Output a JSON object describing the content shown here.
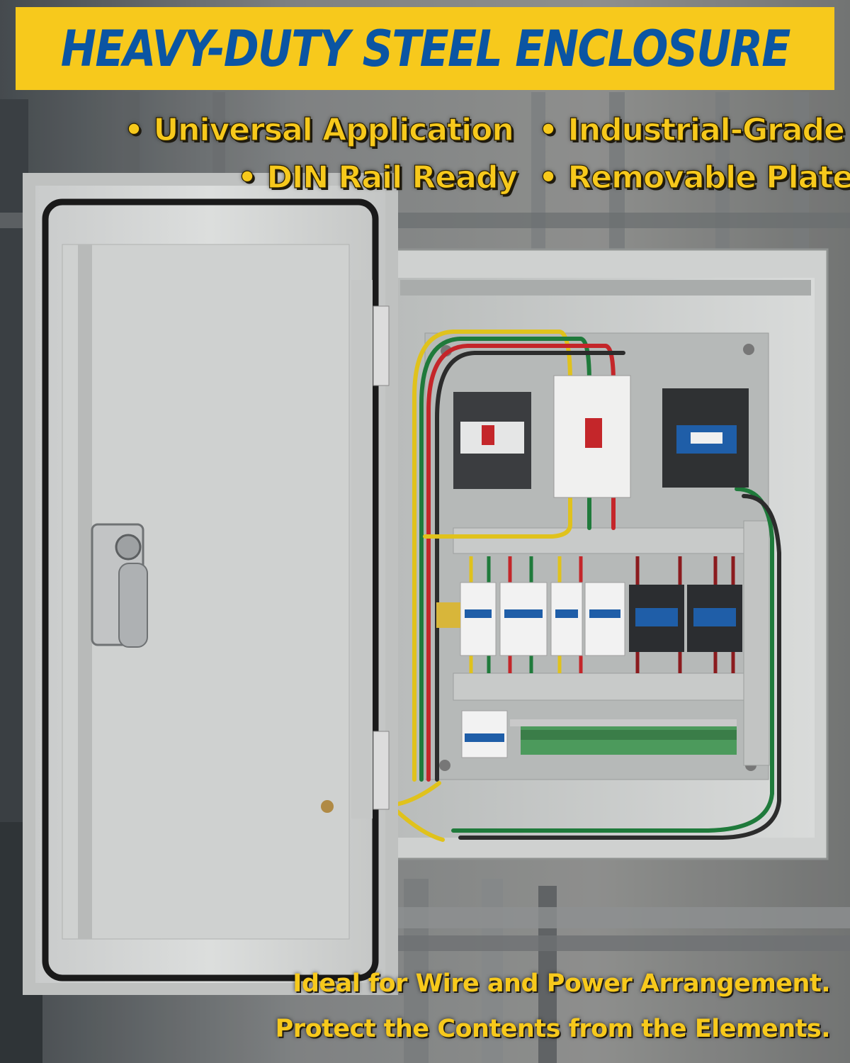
{
  "banner": {
    "title": "HEAVY-DUTY STEEL ENCLOSURE"
  },
  "features": [
    "• Universal Application",
    "• Industrial-Grade",
    "• DIN Rail Ready",
    "• Removable Plate"
  ],
  "captions": [
    "Ideal for Wire and Power Arrangement.",
    "Protect the Contents from the Elements."
  ],
  "colors": {
    "banner_bg": "#f7c91c",
    "banner_text": "#0b55a3",
    "feature_text": "#f7c91c"
  }
}
